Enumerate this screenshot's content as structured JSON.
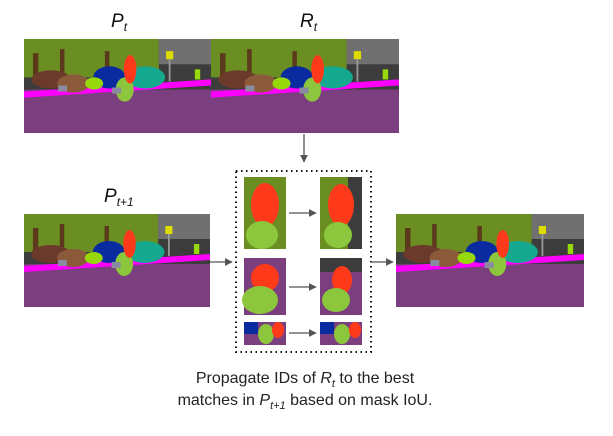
{
  "labels": {
    "p_t_base": "P",
    "p_t_sub": "t",
    "r_t_base": "R",
    "r_t_sub": "t",
    "p_t1_base": "P",
    "p_t1_sub": "t+1"
  },
  "caption": {
    "line1_a": "Propagate IDs of ",
    "line1_var": "R",
    "line1_sub": "t",
    "line1_b": " to the best",
    "line2_a": "matches in ",
    "line2_var": "P",
    "line2_sub": "t+1",
    "line2_b": " based on mask IoU."
  },
  "colors": {
    "road": "#7b3e7e",
    "sky": "#3c3c3c",
    "vegetation": "#6b8e23",
    "person": "#ff3a1a",
    "sidewalk_line": "#ff00ff",
    "car_blue": "#0a2aa0",
    "car_teal": "#14a88e",
    "sign_yellow": "#dcdc00",
    "dotted_border": "#111111",
    "arrow": "#555555"
  }
}
